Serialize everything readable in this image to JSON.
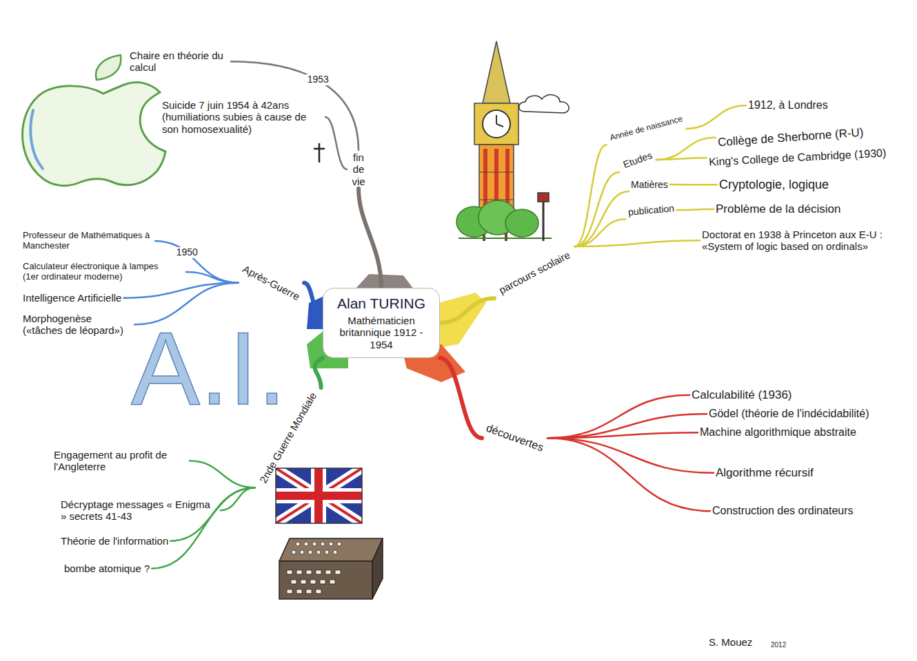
{
  "diagram": {
    "nodes": [
      {
        "text": [
          "Alan TURING",
          "Mathématicien britannique 1912 - 1954"
        ]
      },
      {
        "text": [
          "parcours scolaire"
        ]
      },
      {
        "text": [
          "Année de naissance"
        ]
      },
      {
        "text": [
          "Etudes"
        ]
      },
      {
        "text": [
          "Matières"
        ]
      },
      {
        "text": [
          "publication"
        ]
      },
      {
        "text": [
          "1912, à Londres"
        ]
      },
      {
        "text": [
          "Collège de Sherborne (R-U)"
        ]
      },
      {
        "text": [
          "King's College de Cambridge (1930)"
        ]
      },
      {
        "text": [
          "Cryptologie, logique"
        ]
      },
      {
        "text": [
          "Problème de la décision"
        ]
      },
      {
        "text": [
          "Doctorat en 1938 à Princeton aux E-U : «System of logic based on ordinals»"
        ]
      },
      {
        "text": [
          "découvertes"
        ]
      },
      {
        "text": [
          "Calculabilité (1936)"
        ]
      },
      {
        "text": [
          "Gödel (théorie de l'indécidabilité)"
        ]
      },
      {
        "text": [
          "Machine algorithmique abstraite"
        ]
      },
      {
        "text": [
          "Algorithme récursif"
        ]
      },
      {
        "text": [
          "Construction des ordinateurs"
        ]
      },
      {
        "text": [
          "2nde Guerre Mondiale"
        ]
      },
      {
        "text": [
          "Engagement au profit de l'Angleterre"
        ]
      },
      {
        "text": [
          "Décryptage messages « Enigma » secrets 41-43"
        ]
      },
      {
        "text": [
          "Théorie de l'information"
        ]
      },
      {
        "text": [
          "bombe atomique ?"
        ]
      },
      {
        "text": [
          "Après-Guerre"
        ]
      },
      {
        "text": [
          "Professeur de Mathématiques à Manchester"
        ]
      },
      {
        "text": [
          "Calculateur électronique à lampes",
          "(1er ordinateur moderne)"
        ]
      },
      {
        "text": [
          "Intelligence Artificielle"
        ]
      },
      {
        "text": [
          "Morphogenèse («tâches de léopard»)"
        ]
      },
      {
        "text": [
          "fin de vie"
        ]
      },
      {
        "text": [
          "Chaire en théorie du calcul"
        ]
      },
      {
        "text": [
          "Suicide 7 juin 1954 à 42ans",
          "(humiliations subies à cause de son homosexualité)"
        ]
      }
    ],
    "edges": [
      {
        "from": 0,
        "to": 1,
        "arrow": "none"
      },
      {
        "from": 1,
        "to": 2,
        "arrow": "none"
      },
      {
        "from": 1,
        "to": 3,
        "arrow": "none"
      },
      {
        "from": 1,
        "to": 4,
        "arrow": "none"
      },
      {
        "from": 1,
        "to": 5,
        "arrow": "none"
      },
      {
        "from": 1,
        "to": 11,
        "arrow": "none"
      },
      {
        "from": 2,
        "to": 6,
        "arrow": "none"
      },
      {
        "from": 3,
        "to": 7,
        "arrow": "none"
      },
      {
        "from": 3,
        "to": 8,
        "arrow": "none"
      },
      {
        "from": 4,
        "to": 9,
        "arrow": "none"
      },
      {
        "from": 5,
        "to": 10,
        "arrow": "none"
      },
      {
        "from": 0,
        "to": 12,
        "arrow": "none"
      },
      {
        "from": 12,
        "to": 13,
        "arrow": "none"
      },
      {
        "from": 12,
        "to": 14,
        "arrow": "none"
      },
      {
        "from": 12,
        "to": 15,
        "arrow": "none"
      },
      {
        "from": 12,
        "to": 16,
        "arrow": "none"
      },
      {
        "from": 12,
        "to": 17,
        "arrow": "none"
      },
      {
        "from": 0,
        "to": 18,
        "arrow": "none"
      },
      {
        "from": 18,
        "to": 19,
        "arrow": "none"
      },
      {
        "from": 18,
        "to": 20,
        "arrow": "none"
      },
      {
        "from": 18,
        "to": 21,
        "arrow": "none"
      },
      {
        "from": 18,
        "to": 22,
        "arrow": "none"
      },
      {
        "from": 0,
        "to": 23,
        "arrow": "none"
      },
      {
        "from": 23,
        "to": 24,
        "label": "1950",
        "arrow": "none"
      },
      {
        "from": 23,
        "to": 25,
        "arrow": "none"
      },
      {
        "from": 23,
        "to": 26,
        "arrow": "none"
      },
      {
        "from": 23,
        "to": 27,
        "arrow": "none"
      },
      {
        "from": 0,
        "to": 28,
        "arrow": "none"
      },
      {
        "from": 28,
        "to": 29,
        "label": "1953",
        "arrow": "none"
      },
      {
        "from": 28,
        "to": 30,
        "arrow": "none"
      }
    ],
    "labels": [
      "A.I.",
      "S. Mouez",
      "2012"
    ]
  }
}
